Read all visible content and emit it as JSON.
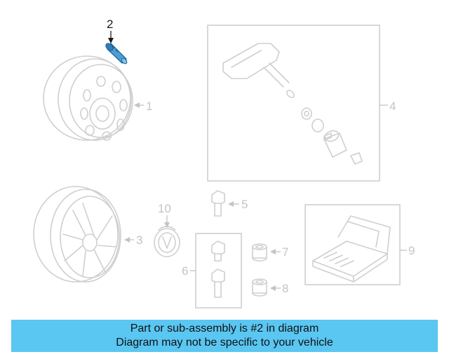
{
  "diagram": {
    "highlighted_part": "2",
    "callouts": {
      "c1": "1",
      "c2": "2",
      "c3": "3",
      "c4": "4",
      "c5": "5",
      "c6": "6",
      "c7": "7",
      "c8": "8",
      "c9": "9",
      "c10": "10"
    },
    "colors": {
      "highlight": "#4a9fd6",
      "parts": "#cfcfcf",
      "banner": "#5ac6f2"
    }
  },
  "banner": {
    "line1": "Part or sub-assembly is #2 in diagram",
    "line2": "Diagram may not be specific to your vehicle"
  }
}
